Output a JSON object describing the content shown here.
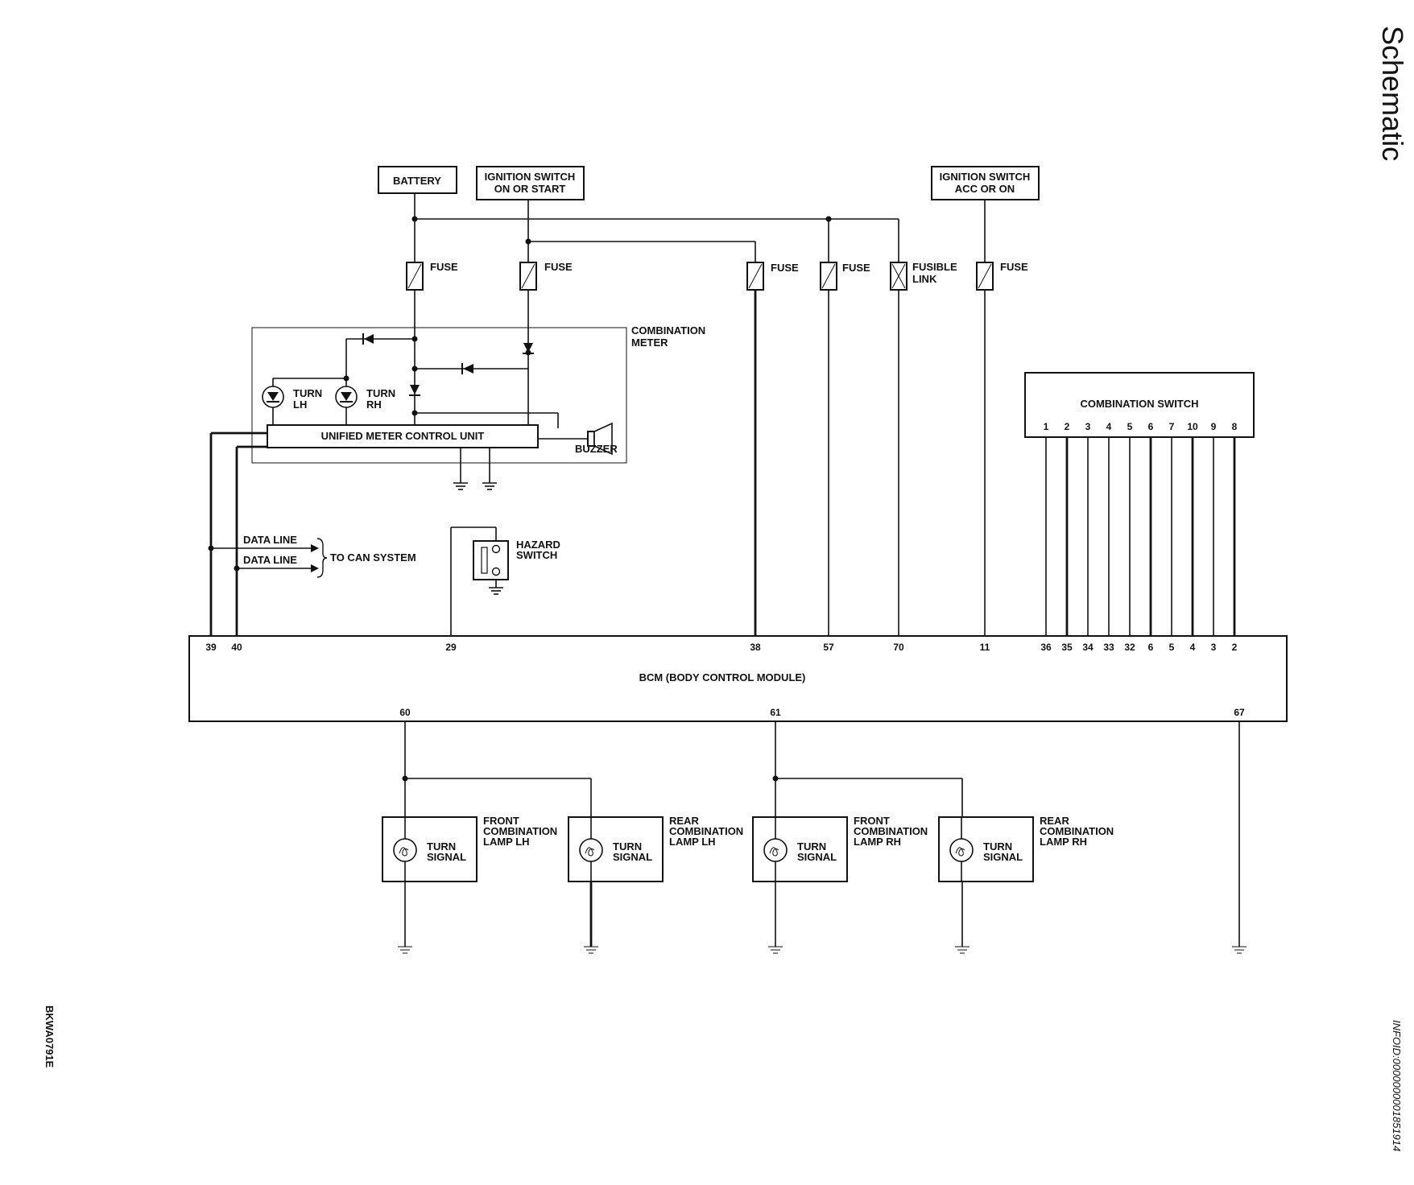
{
  "page_title": "Schematic",
  "figure_code": "BKWA0791E",
  "doc_id": "INFOID:0000000001851914",
  "sources": {
    "battery": "BATTERY",
    "ign_on_start": [
      "IGNITION SWITCH",
      "ON OR START"
    ],
    "ign_acc_on": [
      "IGNITION SWITCH",
      "ACC OR ON"
    ]
  },
  "fuse_label": "FUSE",
  "fusible_link_label": [
    "FUSIBLE",
    "LINK"
  ],
  "combination_meter": {
    "title": [
      "COMBINATION",
      "METER"
    ],
    "turn_lh": [
      "TURN",
      "LH"
    ],
    "turn_rh": [
      "TURN",
      "RH"
    ],
    "control_unit": "UNIFIED METER CONTROL UNIT",
    "buzzer": "BUZZER"
  },
  "data_line": "DATA LINE",
  "to_can": "TO CAN SYSTEM",
  "hazard_switch": [
    "HAZARD",
    "SWITCH"
  ],
  "combination_switch": {
    "title": "COMBINATION SWITCH",
    "pins": [
      "1",
      "2",
      "3",
      "4",
      "5",
      "6",
      "7",
      "10",
      "9",
      "8"
    ]
  },
  "bcm": {
    "title": "BCM (BODY CONTROL MODULE)",
    "top_pins": [
      "39",
      "40",
      "29",
      "38",
      "57",
      "70",
      "11",
      "36",
      "35",
      "34",
      "33",
      "32",
      "6",
      "5",
      "4",
      "3",
      "2"
    ],
    "bottom_pins": [
      "60",
      "61",
      "67"
    ]
  },
  "lamps": [
    {
      "name": [
        "FRONT",
        "COMBINATION",
        "LAMP LH"
      ],
      "function": [
        "TURN",
        "SIGNAL"
      ]
    },
    {
      "name": [
        "REAR",
        "COMBINATION",
        "LAMP LH"
      ],
      "function": [
        "TURN",
        "SIGNAL"
      ]
    },
    {
      "name": [
        "FRONT",
        "COMBINATION",
        "LAMP RH"
      ],
      "function": [
        "TURN",
        "SIGNAL"
      ]
    },
    {
      "name": [
        "REAR",
        "COMBINATION",
        "LAMP RH"
      ],
      "function": [
        "TURN",
        "SIGNAL"
      ]
    }
  ]
}
